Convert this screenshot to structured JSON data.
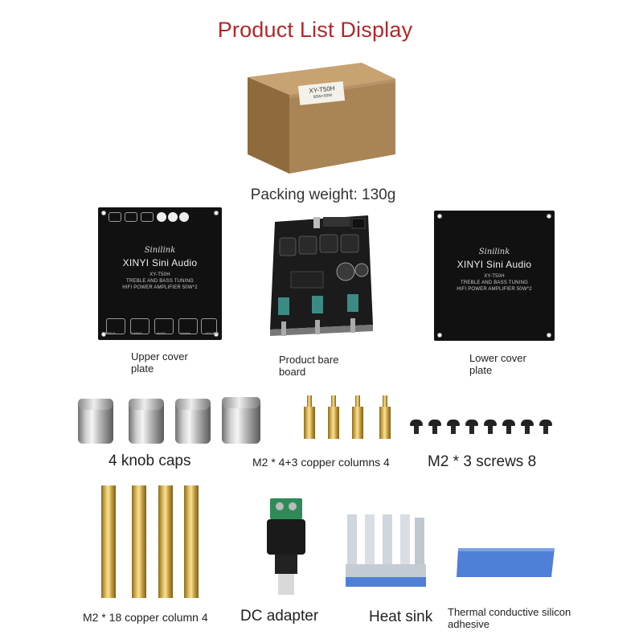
{
  "title": "Product List Display",
  "box_label": {
    "model": "XY-T50H",
    "sub": "50W+50W"
  },
  "packing_weight": "Packing weight: 130g",
  "upper_plate": {
    "brand": "Sinilink",
    "name": "XINYI Sini Audio",
    "model": "XY-T50H",
    "line1": "TREBLE  AND  BASS TUNING",
    "line2": "HIFI POWER AMPLIFIER 50W*2",
    "knob_labels": [
      "TREBLE",
      "TUNING",
      "BASS",
      "Sinilink",
      "VOLUME"
    ]
  },
  "lower_plate": {
    "brand": "Sinilink",
    "name": "XINYI Sini Audio",
    "model": "XY-T50H",
    "line1": "TREBLE  AND  BASS TUNING",
    "line2": "HIFI POWER AMPLIFIER 50W*2"
  },
  "captions": {
    "upper_plate": "Upper cover plate",
    "bare_board": "Product bare board",
    "lower_plate": "Lower cover plate",
    "knob_caps": "4 knob caps",
    "copper_short": "M2 * 4+3 copper columns 4",
    "screws": "M2 * 3 screws 8",
    "copper_long": "M2 * 18 copper column 4",
    "dc_adapter": "DC adapter",
    "heat_sink": "Heat sink",
    "thermal": "Thermal conductive silicon adhesive"
  },
  "colors": {
    "title": "#b3262a",
    "cardboard": "#a98556",
    "plate": "#111111",
    "brass": "#d9b35a",
    "thermal_pad": "#4f7fd6",
    "terminal": "#2e8b57"
  }
}
